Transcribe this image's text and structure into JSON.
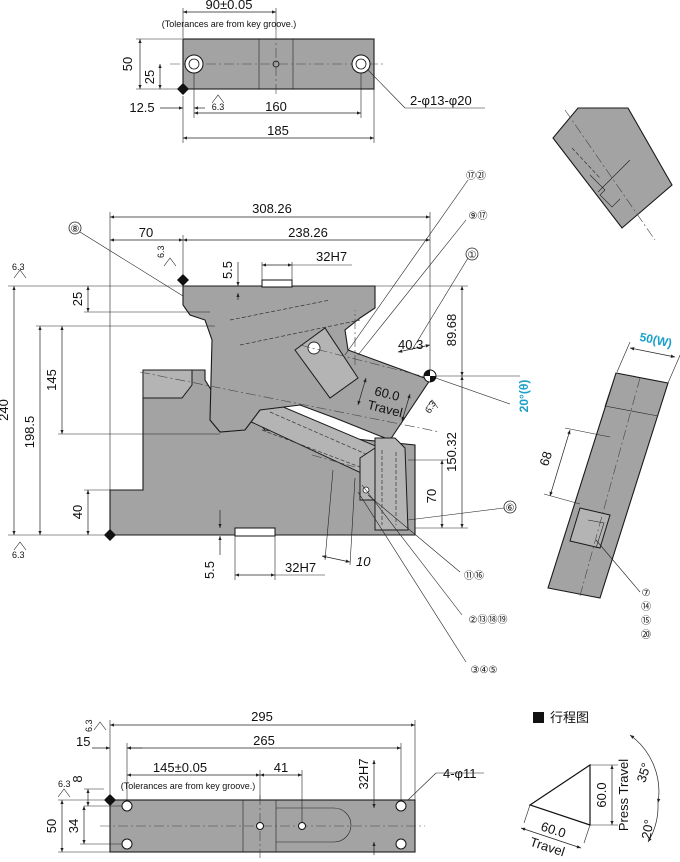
{
  "top_view": {
    "dim_90": "90±0.05",
    "note_tolerance": "(Tolerances are from key groove.)",
    "dim_50": "50",
    "dim_25": "25",
    "dim_12_5": "12.5",
    "roughness": "6.3",
    "dim_160": "160",
    "dim_185": "185",
    "holes_label": "2-φ13-φ20"
  },
  "front_view": {
    "dim_308_26": "308.26",
    "dim_70_top": "70",
    "dim_238_26": "238.26",
    "dim_32h7_top": "32H7",
    "dim_5_5_top": "5.5",
    "dim_25": "25",
    "dim_145": "145",
    "dim_240": "240",
    "dim_198_5": "198.5",
    "dim_40": "40",
    "dim_5_5_bottom": "5.5",
    "dim_32h7_bottom": "32H7",
    "dim_10": "10",
    "dim_40_3": "40.3",
    "dim_89_68": "89.68",
    "dim_60_0": "60.0",
    "travel": "Travel",
    "dim_150_32": "150.32",
    "dim_70_right": "70",
    "angle_label": "20°(θ)",
    "roughness_a": "6.3",
    "roughness_b": "6.3",
    "roughness_c": "6.3",
    "roughness_d": "6.3"
  },
  "callouts": {
    "c1": "①",
    "c6": "⑥",
    "c8": "⑧",
    "c9_17": "⑨⑰",
    "c17_21": "⑰㉑",
    "c11_16": "⑪⑯",
    "c2_13_18_19": "②⑬⑱⑲",
    "c3_4_5": "③④⑤",
    "side_list": [
      "⑦",
      "⑭",
      "⑮",
      "⑳"
    ]
  },
  "side_view": {
    "dim_50w": "50(W)",
    "dim_68": "68"
  },
  "bottom_view": {
    "roughness": "6.3",
    "roughness_left": "6.3",
    "dim_295": "295",
    "dim_15": "15",
    "dim_265": "265",
    "dim_145": "145±0.05",
    "note_tolerance": "(Tolerances are from key groove.)",
    "dim_41": "41",
    "dim_32h7": "32H7",
    "holes_label": "4-φ11",
    "dim_8": "8",
    "dim_50": "50",
    "dim_34": "34"
  },
  "travel_diagram": {
    "title": "行程图",
    "press_travel": "Press Travel",
    "travel": "Travel",
    "dim_60_vertical": "60.0",
    "dim_60_bottom": "60.0",
    "angle_35": "35°",
    "angle_20": "20°"
  }
}
